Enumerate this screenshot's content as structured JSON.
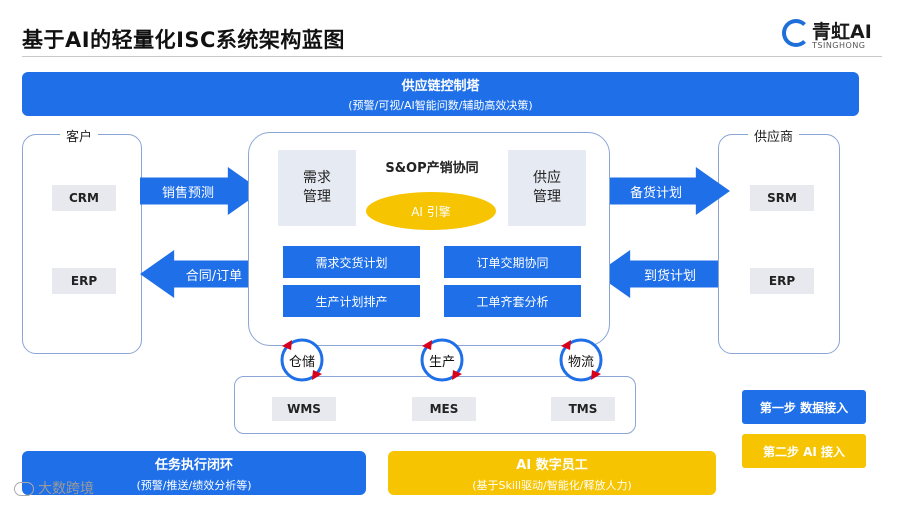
{
  "title": "基于AI的轻量化ISC系统架构蓝图",
  "logo": {
    "name": "青虹AI",
    "sub": "TSINGHONG"
  },
  "control_tower": {
    "title": "供应链控制塔",
    "subtitle": "(预警/可视/AI智能问数/辅助高效决策)"
  },
  "customer": {
    "title": "客户",
    "systems": [
      "CRM",
      "ERP"
    ]
  },
  "supplier": {
    "title": "供应商",
    "systems": [
      "SRM",
      "ERP"
    ]
  },
  "arrows": {
    "sales_forecast": "销售预测",
    "contract_order": "合同/订单",
    "stock_plan": "备货计划",
    "arrival_plan": "到货计划"
  },
  "core": {
    "title": "S&OP产销协同",
    "demand_mgmt": [
      "需求",
      "管理"
    ],
    "supply_mgmt": [
      "供应",
      "管理"
    ],
    "ai_engine": "AI 引擎",
    "plans": [
      "需求交货计划",
      "订单交期协同",
      "生产计划排产",
      "工单齐套分析"
    ]
  },
  "execution": [
    {
      "cycle": "仓储",
      "system": "WMS"
    },
    {
      "cycle": "生产",
      "system": "MES"
    },
    {
      "cycle": "物流",
      "system": "TMS"
    }
  ],
  "legend": {
    "step1": "第一步 数据接入",
    "step2": "第二步 AI 接入"
  },
  "closed_loop": {
    "title": "任务执行闭环",
    "subtitle": "(预警/推送/绩效分析等)"
  },
  "ai_worker": {
    "title": "AI 数字员工",
    "subtitle": "(基于Skill驱动/智能化/释放人力)"
  },
  "watermark": "大数跨境",
  "colors": {
    "blue": "#1e6fe8",
    "yellow": "#f6c400",
    "grey_box": "#e7e9ee",
    "cycle_red": "#d9001b"
  }
}
